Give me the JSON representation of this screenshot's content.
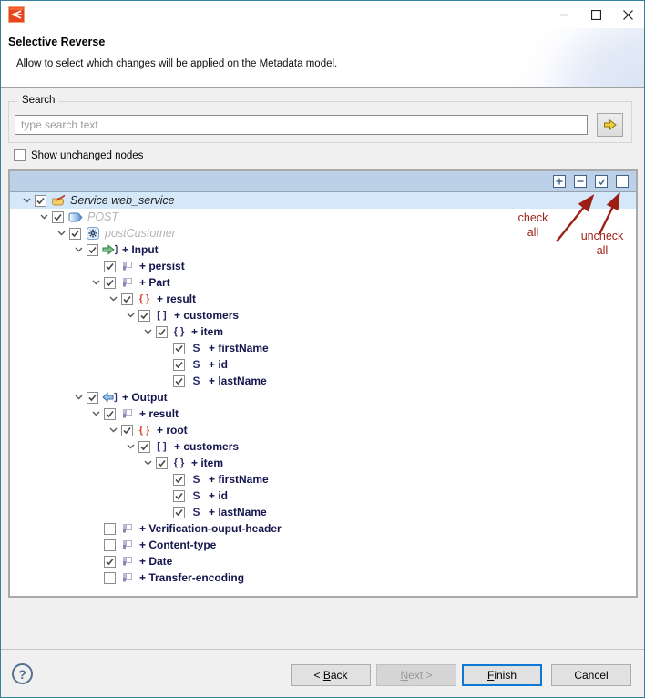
{
  "window": {
    "app_icon": "talend-brand-icon",
    "controls": [
      "minimize",
      "maximize",
      "close"
    ]
  },
  "header": {
    "title": "Selective Reverse",
    "description": "Allow to select which changes will be applied on the Metadata model."
  },
  "search": {
    "group_label": "Search",
    "placeholder": "type search text",
    "value": ""
  },
  "options": {
    "show_unchanged_label": "Show unchanged nodes",
    "show_unchanged_checked": false
  },
  "tree": {
    "toolbar": [
      {
        "name": "expand-all",
        "glyph": "plus"
      },
      {
        "name": "collapse-all",
        "glyph": "minus"
      },
      {
        "name": "check-all",
        "glyph": "check"
      },
      {
        "name": "uncheck-all",
        "glyph": "empty"
      }
    ],
    "nodes": [
      {
        "label": "Service web_service",
        "depth": 0,
        "icon": "service",
        "checked": true,
        "expandable": true,
        "style": "dark-italic",
        "selected": true
      },
      {
        "label": "POST",
        "depth": 1,
        "icon": "post-tag",
        "checked": true,
        "expandable": true,
        "style": "gray-italic"
      },
      {
        "label": "postCustomer",
        "depth": 2,
        "icon": "gear",
        "checked": true,
        "expandable": true,
        "style": "gray-italic"
      },
      {
        "label": "+ Input",
        "depth": 3,
        "icon": "input",
        "checked": true,
        "expandable": true,
        "style": "bold"
      },
      {
        "label": "+ persist",
        "depth": 4,
        "icon": "part",
        "checked": true,
        "expandable": false,
        "style": "bold"
      },
      {
        "label": "+ Part",
        "depth": 4,
        "icon": "part",
        "checked": true,
        "expandable": true,
        "style": "bold"
      },
      {
        "label": "+ result",
        "depth": 5,
        "icon": "braces-red",
        "checked": true,
        "expandable": true,
        "style": "bold"
      },
      {
        "label": "+ customers",
        "depth": 6,
        "icon": "brackets",
        "checked": true,
        "expandable": true,
        "style": "bold"
      },
      {
        "label": "+ item",
        "depth": 7,
        "icon": "braces-navy",
        "checked": true,
        "expandable": true,
        "style": "bold"
      },
      {
        "label": "+ firstName",
        "depth": 8,
        "icon": "string",
        "checked": true,
        "expandable": false,
        "style": "bold"
      },
      {
        "label": "+ id",
        "depth": 8,
        "icon": "string",
        "checked": true,
        "expandable": false,
        "style": "bold"
      },
      {
        "label": "+ lastName",
        "depth": 8,
        "icon": "string",
        "checked": true,
        "expandable": false,
        "style": "bold"
      },
      {
        "label": "+ Output",
        "depth": 3,
        "icon": "output",
        "checked": true,
        "expandable": true,
        "style": "bold"
      },
      {
        "label": "+ result",
        "depth": 4,
        "icon": "part",
        "checked": true,
        "expandable": true,
        "style": "bold"
      },
      {
        "label": "+ root",
        "depth": 5,
        "icon": "braces-red",
        "checked": true,
        "expandable": true,
        "style": "bold"
      },
      {
        "label": "+ customers",
        "depth": 6,
        "icon": "brackets",
        "checked": true,
        "expandable": true,
        "style": "bold"
      },
      {
        "label": "+ item",
        "depth": 7,
        "icon": "braces-navy",
        "checked": true,
        "expandable": true,
        "style": "bold"
      },
      {
        "label": "+ firstName",
        "depth": 8,
        "icon": "string",
        "checked": true,
        "expandable": false,
        "style": "bold"
      },
      {
        "label": "+ id",
        "depth": 8,
        "icon": "string",
        "checked": true,
        "expandable": false,
        "style": "bold"
      },
      {
        "label": "+ lastName",
        "depth": 8,
        "icon": "string",
        "checked": true,
        "expandable": false,
        "style": "bold"
      },
      {
        "label": "+ Verification-ouput-header",
        "depth": 4,
        "icon": "part",
        "checked": false,
        "expandable": false,
        "style": "bold"
      },
      {
        "label": "+ Content-type",
        "depth": 4,
        "icon": "part",
        "checked": false,
        "expandable": false,
        "style": "bold"
      },
      {
        "label": "+ Date",
        "depth": 4,
        "icon": "part",
        "checked": true,
        "expandable": false,
        "style": "bold"
      },
      {
        "label": "+ Transfer-encoding",
        "depth": 4,
        "icon": "part",
        "checked": false,
        "expandable": false,
        "style": "bold"
      }
    ]
  },
  "annotations": {
    "check_all": {
      "lines": [
        "check",
        "all"
      ]
    },
    "uncheck_all": {
      "lines": [
        "uncheck",
        "all"
      ]
    }
  },
  "footer": {
    "help_glyph": "?",
    "buttons": [
      {
        "label": "< Back",
        "mnemonic": "B",
        "enabled": true,
        "default": false
      },
      {
        "label": "Next >",
        "mnemonic": "N",
        "enabled": false,
        "default": false
      },
      {
        "label": "Finish",
        "mnemonic": "F",
        "enabled": true,
        "default": true
      },
      {
        "label": "Cancel",
        "mnemonic": "",
        "enabled": true,
        "default": false
      }
    ]
  },
  "colors": {
    "annotation_red": "#9c1f15",
    "default_button_border": "#0f78d7",
    "window_border": "#35809f",
    "tree_toolbar_bg": "#bcd0e7",
    "selected_row_bg": "#d5e8fa",
    "brand_orange": "#e8441f",
    "go_arrow_gold": "#f0cd3c"
  }
}
